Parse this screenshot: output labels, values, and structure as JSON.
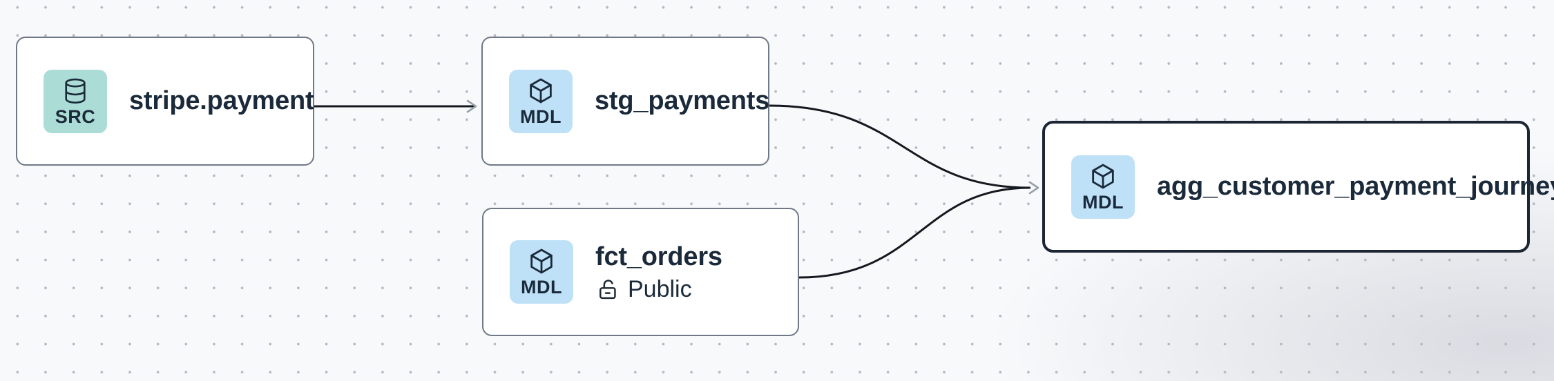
{
  "diagram": {
    "type": "lineage-graph",
    "background": {
      "color": "#f8f9fb",
      "dot_color": "#b4b8c2"
    },
    "edge_color": "#14181f",
    "arrowhead_color": "#98a0ac",
    "selected_border_color": "#1b2533",
    "nodes": [
      {
        "id": "stripe.payment",
        "title": "stripe.payment",
        "badge": "SRC",
        "kind": "source",
        "icon": "database-icon",
        "badge_color": "#abdcd6",
        "selected": false
      },
      {
        "id": "stg_payments",
        "title": "stg_payments",
        "badge": "MDL",
        "kind": "model",
        "icon": "cube-icon",
        "badge_color": "#bee1f8",
        "selected": false
      },
      {
        "id": "fct_orders",
        "title": "fct_orders",
        "badge": "MDL",
        "kind": "model",
        "icon": "cube-icon",
        "badge_color": "#bee1f8",
        "subtitle": "Public",
        "subtitle_icon": "unlock-icon",
        "selected": false
      },
      {
        "id": "agg_customer_payment_journey",
        "title": "agg_customer_payment_journey",
        "badge": "MDL",
        "kind": "model",
        "icon": "cube-icon",
        "badge_color": "#bee1f8",
        "selected": true
      }
    ],
    "edges": [
      {
        "source": "stripe.payment",
        "target": "stg_payments"
      },
      {
        "source": "stg_payments",
        "target": "agg_customer_payment_journey"
      },
      {
        "source": "fct_orders",
        "target": "agg_customer_payment_journey"
      }
    ]
  }
}
